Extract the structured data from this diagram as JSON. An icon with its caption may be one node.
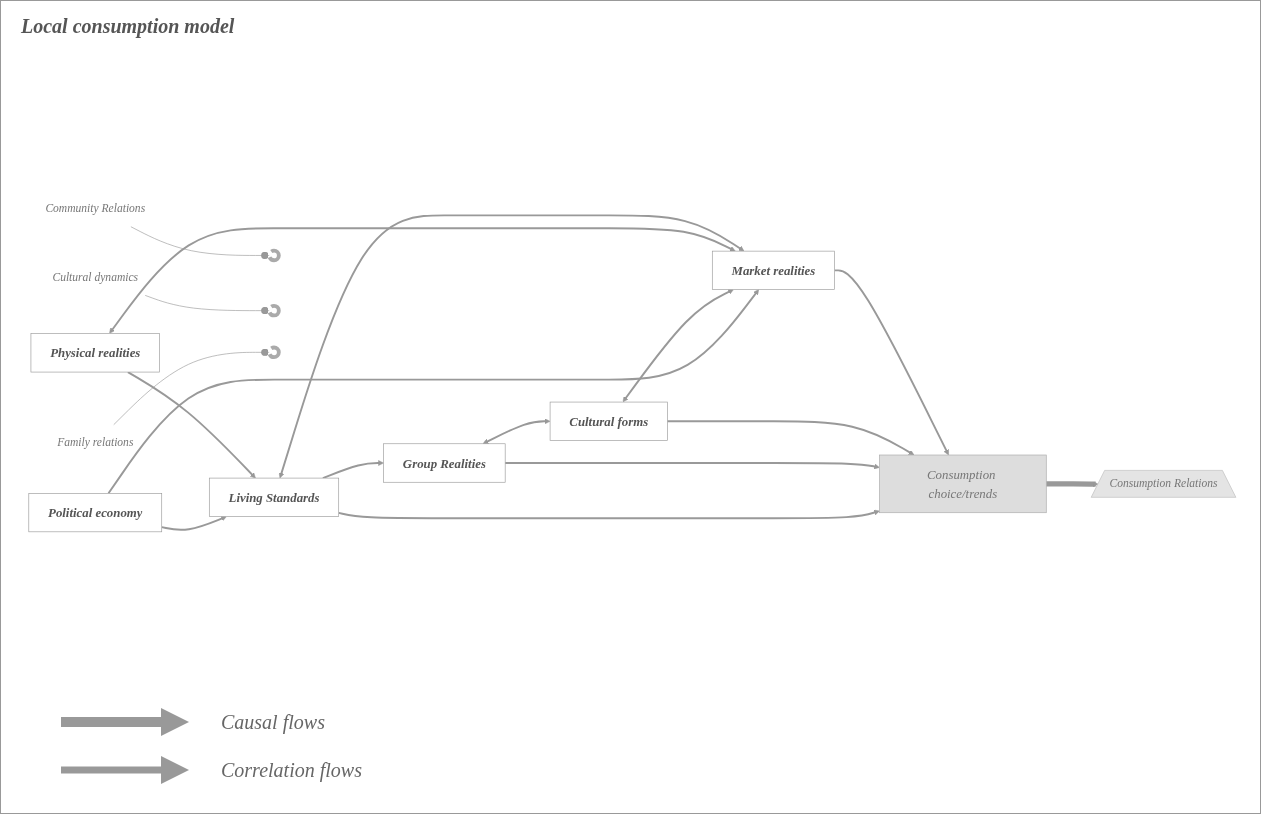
{
  "diagram": {
    "title": "Local consumption model",
    "nodes": [
      {
        "text": [
          "Political economy"
        ]
      },
      {
        "text": [
          "Living Standards"
        ]
      },
      {
        "text": [
          "Group Realities"
        ]
      },
      {
        "text": [
          "Cultural forms"
        ]
      },
      {
        "text": [
          "Market realities"
        ]
      },
      {
        "text": [
          "Physical realities"
        ]
      },
      {
        "text": [
          "Consumption choice/trends"
        ]
      },
      {
        "text": [
          "Consumption Relations"
        ]
      },
      {
        "text": [
          "Community Relations"
        ]
      },
      {
        "text": [],
        "shape": "circle"
      },
      {
        "text": [
          "Cultural dynamics"
        ]
      },
      {
        "text": [],
        "shape": "circle"
      },
      {
        "text": [
          "Family relations"
        ]
      },
      {
        "text": [],
        "shape": "circle"
      }
    ],
    "edges": [
      {
        "from": 0,
        "to": 1,
        "arrow": "to"
      },
      {
        "from": 0,
        "to": 4,
        "arrow": "to"
      },
      {
        "from": 5,
        "to": 1,
        "arrow": "to"
      },
      {
        "from": 4,
        "to": 1,
        "arrow": "both"
      },
      {
        "from": 1,
        "to": 2,
        "arrow": "to"
      },
      {
        "from": 2,
        "to": 3,
        "arrow": "both"
      },
      {
        "from": 3,
        "to": 4,
        "arrow": "both"
      },
      {
        "from": 5,
        "to": 4,
        "arrow": "both"
      },
      {
        "from": 1,
        "to": 6,
        "arrow": "to"
      },
      {
        "from": 2,
        "to": 6,
        "arrow": "to"
      },
      {
        "from": 3,
        "to": 6,
        "arrow": "to"
      },
      {
        "from": 4,
        "to": 6,
        "arrow": "to"
      },
      {
        "from": 6,
        "to": 7,
        "arrow": "to",
        "style": "thick"
      },
      {
        "from": 8,
        "to": 9,
        "arrow": "other"
      },
      {
        "from": 10,
        "to": 11,
        "arrow": "other"
      },
      {
        "from": 12,
        "to": 13,
        "arrow": "other"
      }
    ],
    "legend": [
      {
        "text": "Causal flows"
      },
      {
        "text": "Correlation flows"
      }
    ]
  }
}
